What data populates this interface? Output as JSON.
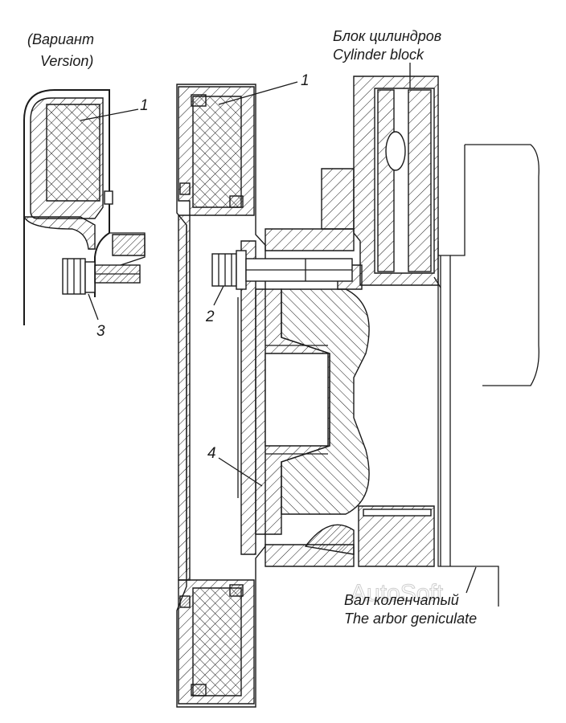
{
  "variant": {
    "line1": "(Вариант",
    "line2": "Version)"
  },
  "callouts": {
    "c1_inset": "1",
    "c1_main": "1",
    "c2": "2",
    "c3": "3",
    "c4": "4"
  },
  "cylinder_block": {
    "ru": "Блок цилиндров",
    "en": "Cylinder block"
  },
  "crankshaft": {
    "ru": "Вал коленчатый",
    "en": "The arbor geniculate"
  },
  "watermark": "AutoSoft"
}
